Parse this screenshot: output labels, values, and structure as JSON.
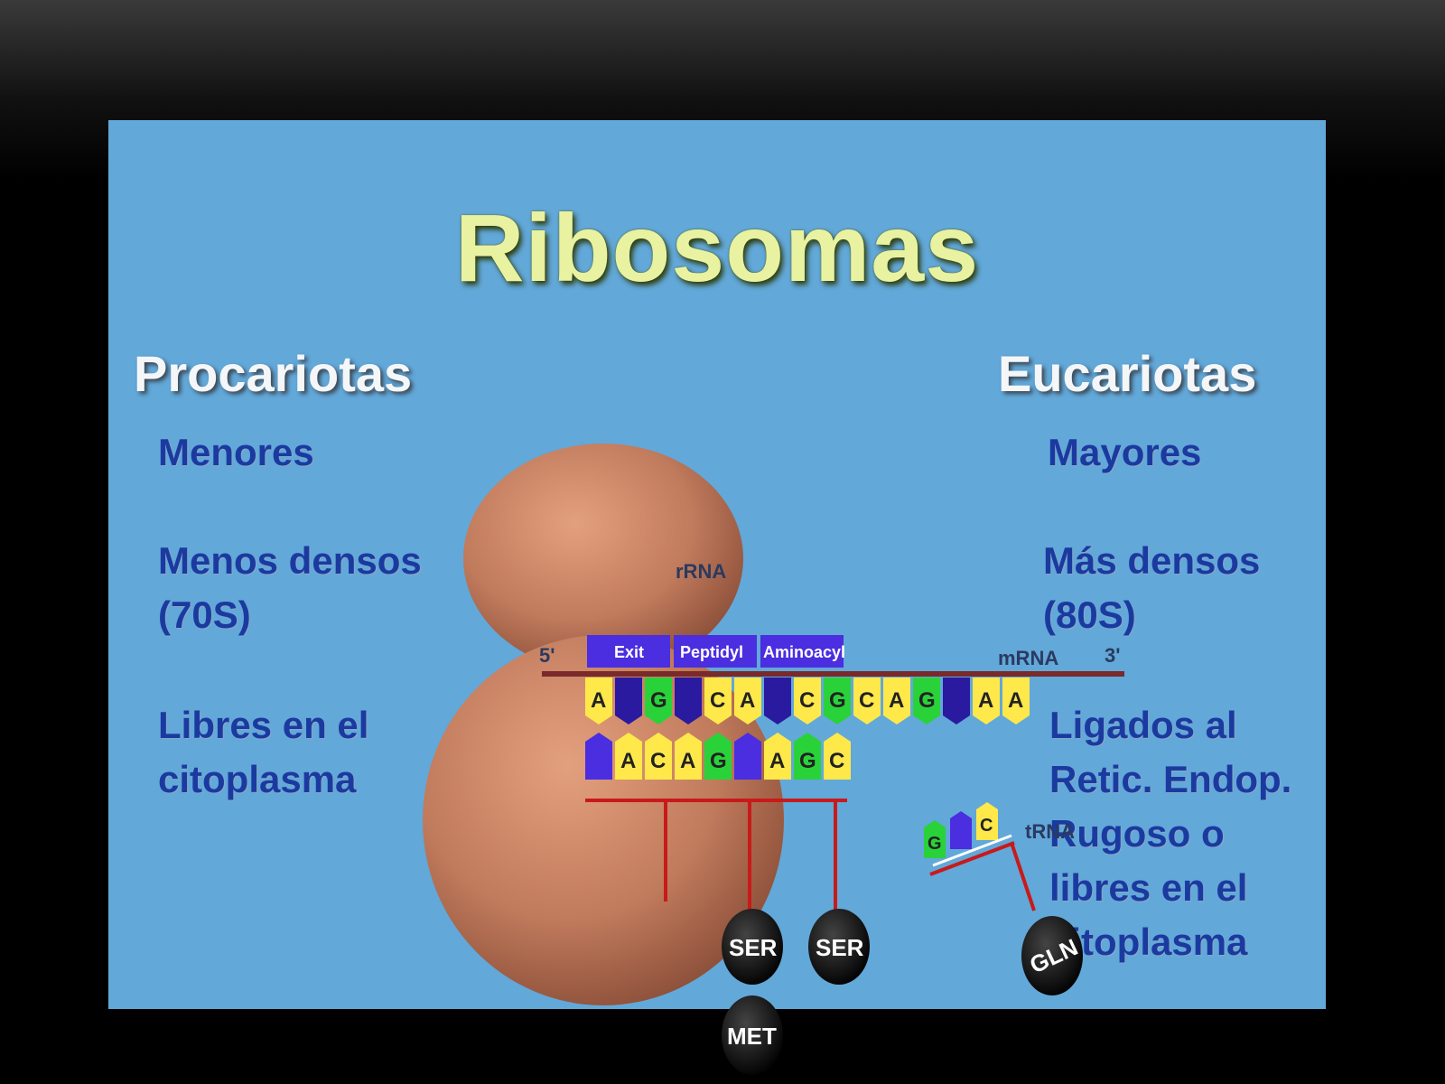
{
  "title": "Ribosomas",
  "left": {
    "heading": "Procariotas",
    "size": "Menores",
    "density": "Menos densos\n(70S)",
    "location": "Libres en el\ncitoplasma"
  },
  "right": {
    "heading": "Eucariotas",
    "size": "Mayores",
    "density": "Más densos\n(80S)",
    "location": "Ligados al\nRetic. Endop.\nRugoso o\nlibres en el\ncitoplasma"
  },
  "diagram": {
    "rrna_label": "rRNA",
    "mrna_label": "mRNA",
    "trna_label": "tRNA",
    "five_prime": "5'",
    "three_prime": "3'",
    "sites": [
      "Exit",
      "Peptidyl",
      "Aminoacyl"
    ],
    "amino_acids": {
      "ser1": "SER",
      "ser2": "SER",
      "met": "MET",
      "gln": "GLN"
    }
  },
  "colors": {
    "slide_background": "#62a8d9",
    "title": "#e9f2a0",
    "property_text": "#1b3aa0",
    "ribosome": "#c07a5c",
    "site_bar": "#4a2ee0"
  }
}
